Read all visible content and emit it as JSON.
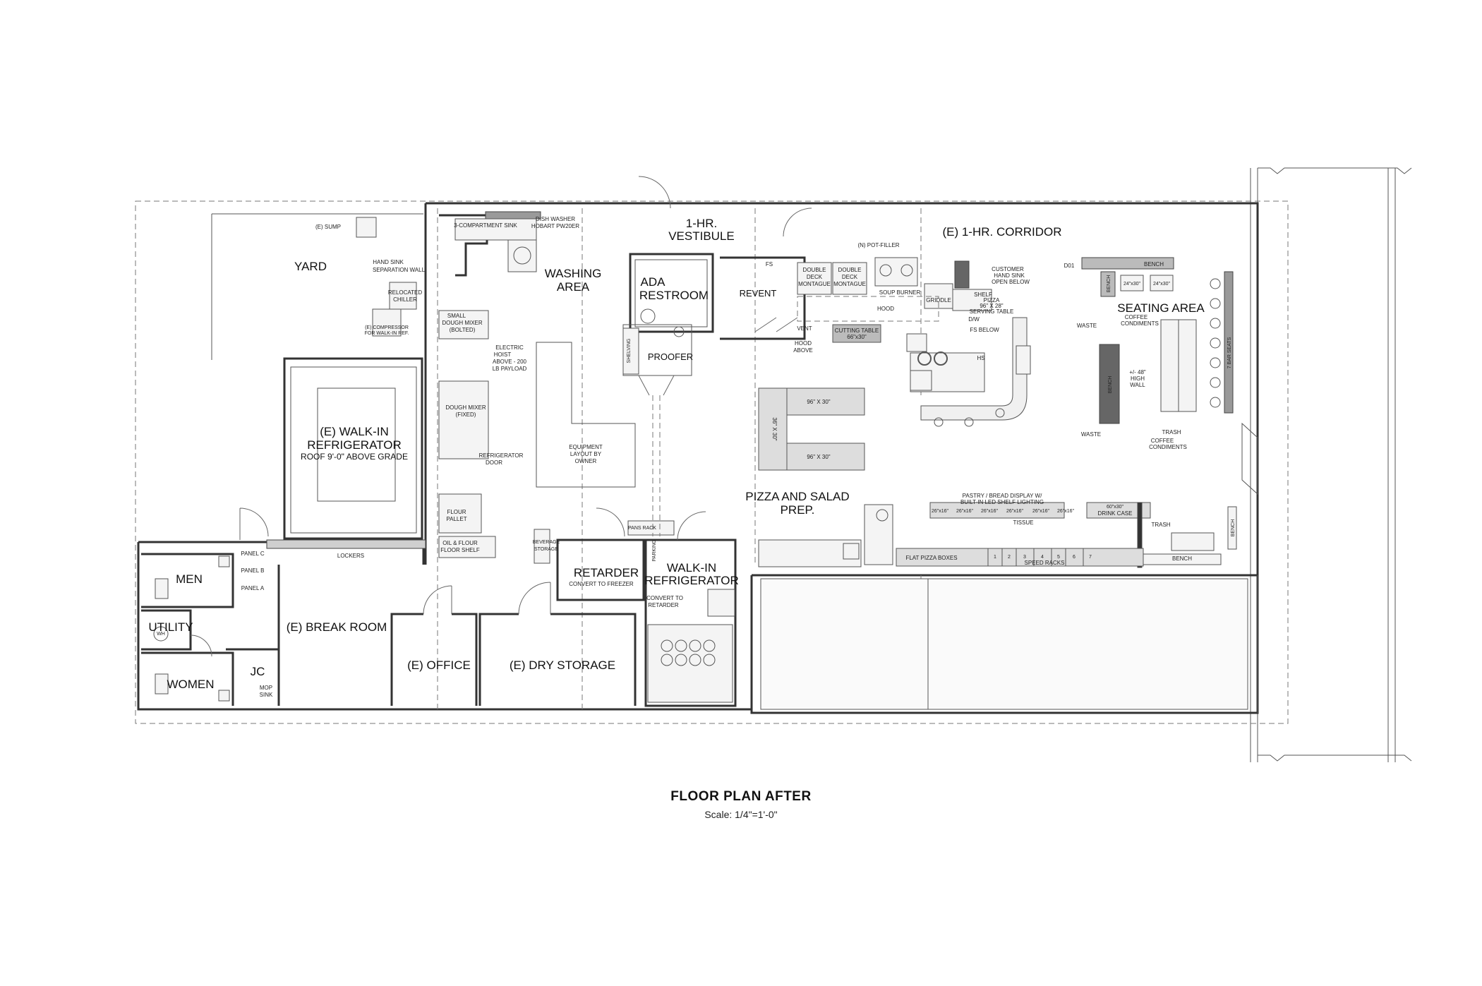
{
  "title": "FLOOR PLAN AFTER",
  "scale": "Scale: 1/4\"=1'-0\"",
  "rooms": {
    "yard": "YARD",
    "walkin_1": "(E) WALK-IN",
    "walkin_2": "REFRIGERATOR",
    "walkin_3": "ROOF 9'-0\" ABOVE GRADE",
    "washing_1": "WASHING",
    "washing_2": "AREA",
    "vestibule_1": "1-HR.",
    "vestibule_2": "VESTIBULE",
    "ada_1": "ADA",
    "ada_2": "RESTROOM",
    "revent": "REVENT",
    "proofer": "PROOFER",
    "corridor": "(E) 1-HR. CORRIDOR",
    "seating": "SEATING AREA",
    "pizza_1": "PIZZA AND SALAD",
    "pizza_2": "PREP.",
    "men": "MEN",
    "utility": "UTILITY",
    "women": "WOMEN",
    "jc": "JC",
    "breakroom": "(E) BREAK ROOM",
    "office": "(E) OFFICE",
    "drystorage": "(E) DRY STORAGE",
    "retarder": "RETARDER",
    "walkin2_1": "WALK-IN",
    "walkin2_2": "REFRIGERATOR"
  },
  "labels": {
    "sump": "(E) SUMP",
    "handsink": "HAND SINK",
    "sepwall": "SEPARATION WALL",
    "chiller_1": "RELOCATED",
    "chiller_2": "CHILLER",
    "compressor_1": "(E) COMPRESSOR",
    "compressor_2": "FOR WALK-IN REF.",
    "compsink": "3-COMPARTMENT SINK",
    "dishwasher_1": "DISH WASHER",
    "dishwasher_2": "HOBART PW20ER",
    "smallmixer_1": "SMALL",
    "smallmixer_2": "DOUGH MIXER",
    "smallmixer_3": "(BOLTED)",
    "hoist_1": "ELECTRIC",
    "hoist_2": "HOIST",
    "hoist_3": "ABOVE - 200",
    "hoist_4": "LB PAYLOAD",
    "doughmixer_1": "DOUGH MIXER",
    "doughmixer_2": "(FIXED)",
    "equip_1": "EQUIPMENT",
    "equip_2": "LAYOUT  BY",
    "equip_3": "OWNER",
    "refdoor_1": "REFRIGERATOR",
    "refdoor_2": "DOOR",
    "flourpallet_1": "FLOUR",
    "flourpallet_2": "PALLET",
    "oilshelf_1": "OIL & FLOUR",
    "oilshelf_2": "FLOOR SHELF",
    "lockers": "LOCKERS",
    "bevstorage_1": "BEVERAGE",
    "bevstorage_2": "STORAGE",
    "panel_c": "PANEL C",
    "panel_b": "PANEL B",
    "panel_a": "PANEL A",
    "wh": "WH",
    "mopsink_1": "MOP",
    "mopsink_2": "SINK",
    "shelving": "SHELVING",
    "panrack": "PANS RACK",
    "parking": "PARKING",
    "retarder_note": "CONVERT TO FREEZER",
    "walkin2_note_1": "CONVERT TO",
    "walkin2_note_2": "RETARDER",
    "fs": "FS",
    "vent": "VENT",
    "hoodabove_1": "HOOD",
    "hoodabove_2": "ABOVE",
    "montague1_1": "DOUBLE",
    "montague1_2": "DECK",
    "montague1_3": "MONTAGUE",
    "montague2_1": "DOUBLE",
    "montague2_2": "DECK",
    "montague2_3": "MONTAGUE",
    "potfiller": "(N) POT-FILLER",
    "soupburner": "SOUP BURNER",
    "griddle": "GRIDDLE",
    "hood": "HOOD",
    "shelf": "SHELF",
    "pizzatable_1": "PIZZA",
    "pizzatable_2": "96\" X 28\"",
    "pizzatable_3": "SERVING TABLE",
    "dw": "D/W",
    "customersink_1": "CUSTOMER",
    "customersink_2": "HAND SINK",
    "customersink_3": "OPEN BELOW",
    "fsbelow": "FS BELOW",
    "hs": "HS",
    "cuttingtable_1": "CUTTING TABLE",
    "cuttingtable_2": "66\"x30\"",
    "table96_1": "96\" X 30\"",
    "table96_2": "96\" X 30\"",
    "table36": "36\" X 30\"",
    "d01": "D01",
    "bench_top": "BENCH",
    "bench_left": "BENCH",
    "table24_1": "24\"x30\"",
    "table24_2": "24\"x30\"",
    "waste_1": "WASTE",
    "waste_2": "WASTE",
    "coffee1_1": "COFFEE",
    "coffee1_2": "CONDIMENTS",
    "coffee2_1": "COFFEE",
    "coffee2_2": "CONDIMENTS",
    "bench_mid": "BENCH",
    "highwall_1": "+/- 48\"",
    "highwall_2": "HIGH",
    "highwall_3": "WALL",
    "trash1": "TRASH",
    "trash2": "TRASH",
    "barseats": "7 BAR SEATS",
    "pastry_1": "PASTRY / BREAD DISPLAY W/",
    "pastry_2": "BUILT-IN LED SHELF LIGHTING",
    "tissue": "TISSUE",
    "drinkcase_1": "60\"x30\"",
    "drinkcase_2": "DRINK CASE",
    "bench_right": "BENCH",
    "bench_bottom": "BENCH",
    "pizzaboxes": "FLAT PIZZA BOXES",
    "speedracks": "SPEED RACKS",
    "case1": "26\"x16\"",
    "case2": "26\"x16\"",
    "case3": "26\"x16\"",
    "case4": "26\"x16\"",
    "case5": "26\"x16\"",
    "case6": "26\"x16\"",
    "rack1": "1",
    "rack2": "2",
    "rack3": "3",
    "rack4": "4",
    "rack5": "5",
    "rack6": "6",
    "rack7": "7"
  }
}
